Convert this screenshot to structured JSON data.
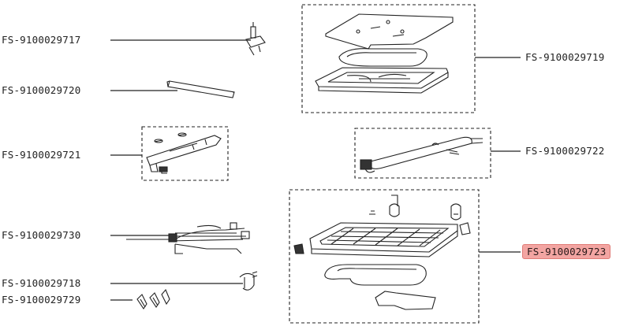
{
  "parts": {
    "p9717": {
      "code": "FS-9100029717"
    },
    "p9720": {
      "code": "FS-9100029720"
    },
    "p9721": {
      "code": "FS-9100029721"
    },
    "p9730": {
      "code": "FS-9100029730"
    },
    "p9718": {
      "code": "FS-9100029718"
    },
    "p9729": {
      "code": "FS-9100029729"
    },
    "p9719": {
      "code": "FS-9100029719"
    },
    "p9722": {
      "code": "FS-9100029722"
    },
    "p9723": {
      "code": "FS-9100029723",
      "highlighted": true
    }
  },
  "colors": {
    "line": "#222222",
    "highlight": "#f3a5a2",
    "highlight_border": "#e07c78"
  }
}
